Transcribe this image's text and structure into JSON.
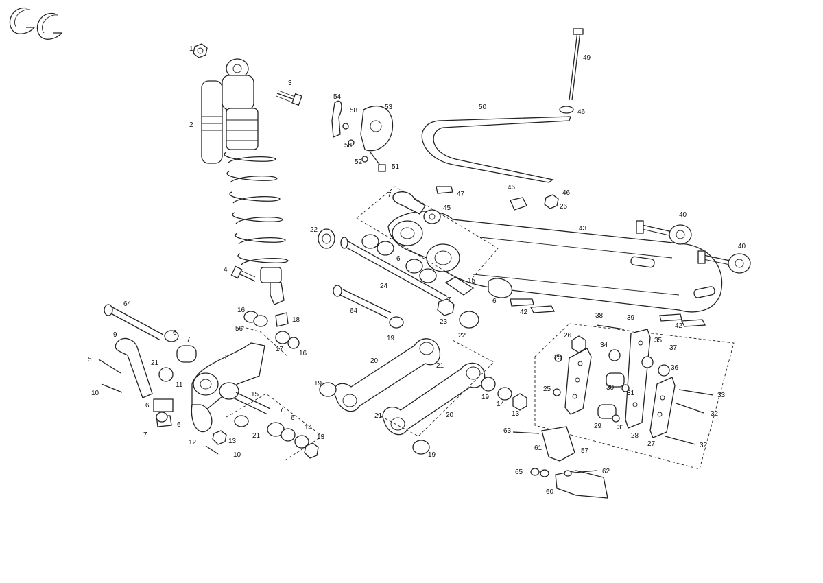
{
  "brand": {
    "logo_text": "GG",
    "logo_name": "gasgas-logo"
  },
  "diagram": {
    "kind": "exploded-parts-diagram",
    "callouts": [
      "1",
      "2",
      "3",
      "4",
      "5",
      "6",
      "7",
      "8",
      "9",
      "10",
      "11",
      "12",
      "13",
      "14",
      "15",
      "16",
      "17",
      "18",
      "19",
      "20",
      "21",
      "22",
      "23",
      "24",
      "25",
      "26",
      "27",
      "28",
      "29",
      "30",
      "31",
      "32",
      "33",
      "34",
      "35",
      "36",
      "37",
      "38",
      "39",
      "40",
      "42",
      "43",
      "45",
      "46",
      "47",
      "49",
      "50",
      "51",
      "52",
      "53",
      "54",
      "56",
      "57",
      "58",
      "60",
      "61",
      "62",
      "63",
      "64",
      "65"
    ]
  },
  "colors": {
    "ink": "#222222",
    "background": "#ffffff"
  }
}
